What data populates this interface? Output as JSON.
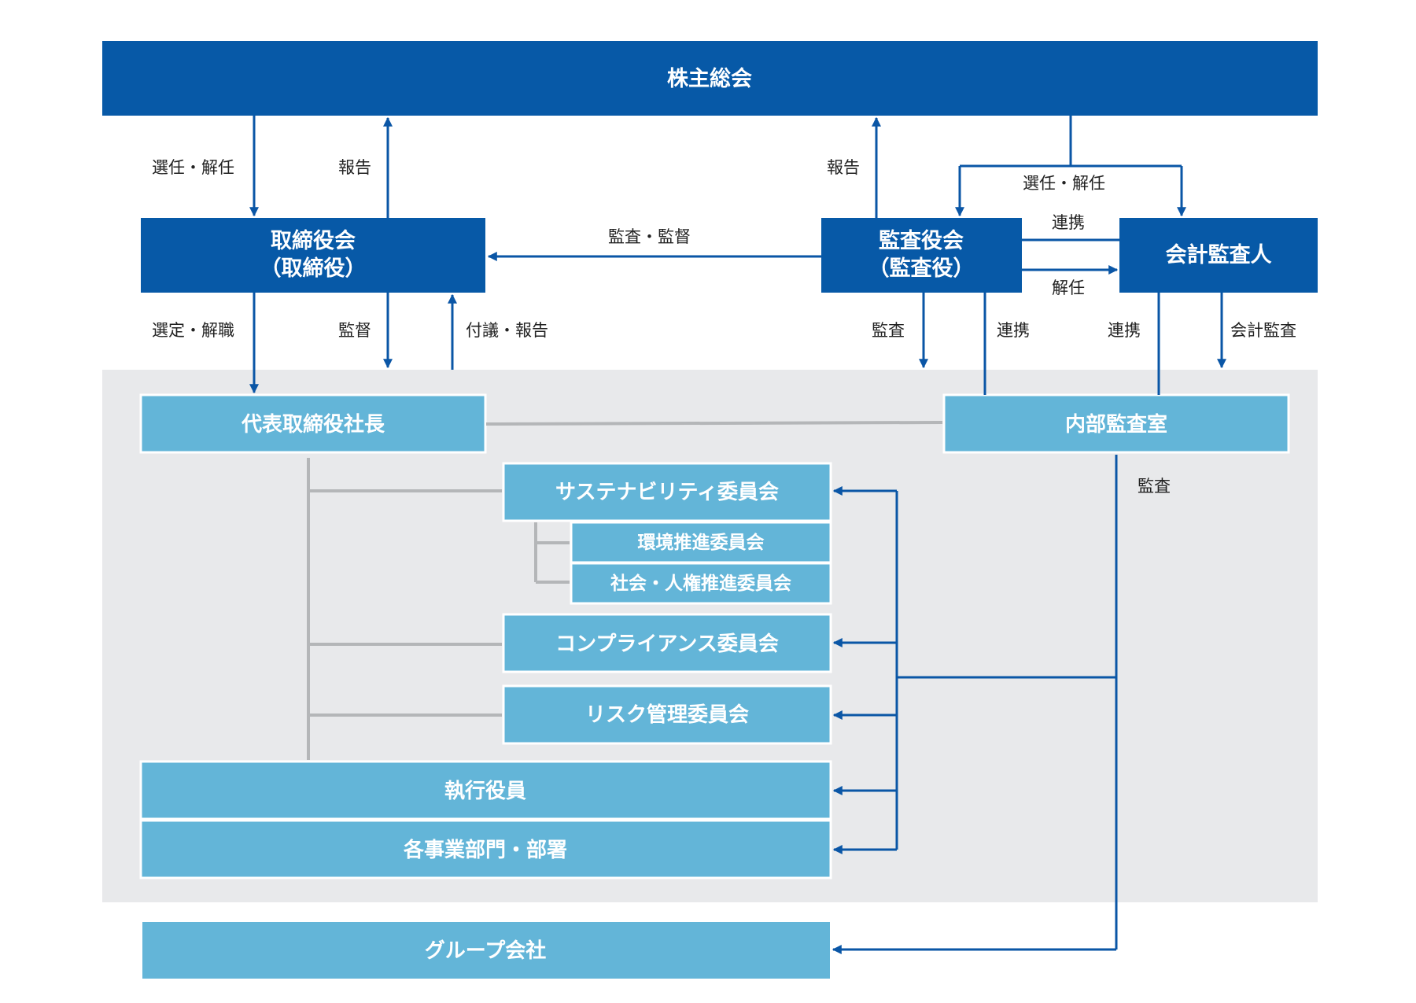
{
  "colors": {
    "dark_box": "#0759a7",
    "light_box": "#63b5d8",
    "panel": "#e8e9eb",
    "connector_blue": "#0a56a6",
    "connector_gray": "#b4b6b8"
  },
  "boxes": {
    "shareholders_meeting": "株主総会",
    "board_line1": "取締役会",
    "board_line2": "（取締役）",
    "audit_board_line1": "監査役会",
    "audit_board_line2": "（監査役）",
    "accounting_auditor": "会計監査人",
    "president": "代表取締役社長",
    "internal_audit": "内部監査室",
    "sustainability_committee": "サステナビリティ委員会",
    "environment_committee": "環境推進委員会",
    "social_human_rights_committee": "社会・人権推進委員会",
    "compliance_committee": "コンプライアンス委員会",
    "risk_committee": "リスク管理委員会",
    "executive_officers": "執行役員",
    "business_divisions": "各事業部門・部署",
    "group_companies": "グループ会社"
  },
  "labels": {
    "elect_dismiss_left": "選任・解任",
    "report_left": "報告",
    "report_right": "報告",
    "elect_dismiss_right": "選任・解任",
    "audit_supervise": "監査・監督",
    "cooperation_top": "連携",
    "dismissal": "解任",
    "select_dismiss": "選定・解職",
    "supervision": "監督",
    "proposal_report": "付議・報告",
    "audit_1": "監査",
    "cooperation_2": "連携",
    "cooperation_3": "連携",
    "accounting_audit": "会計監査",
    "audit_internal": "監査"
  }
}
